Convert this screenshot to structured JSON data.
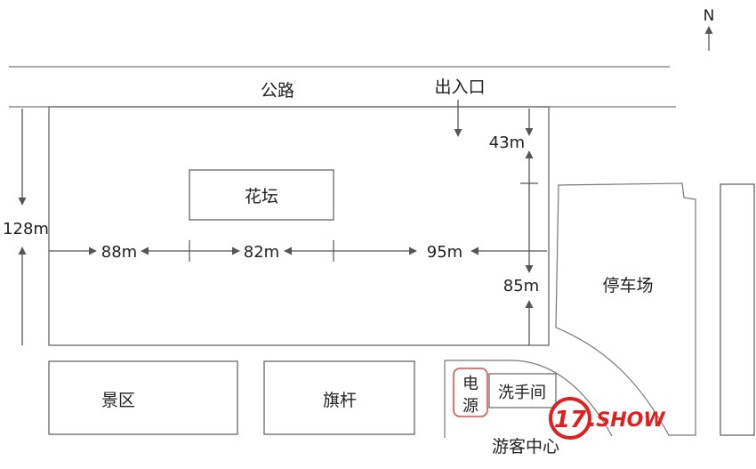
{
  "compass": {
    "label": "N"
  },
  "labels": {
    "road": "公路",
    "entrance": "出入口",
    "flowerbed": "花坛",
    "parking": "停车场",
    "scenic": "景区",
    "flagpole": "旗杆",
    "power_line1": "电",
    "power_line2": "源",
    "restroom": "洗手间",
    "visitor_center": "游客中心"
  },
  "measurements": {
    "height_total": "128m",
    "seg_left": "88m",
    "seg_middle": "82m",
    "seg_right": "95m",
    "top_gap": "43m",
    "bottom_gap": "85m"
  },
  "watermark": {
    "text": ".SHOW",
    "number": "17"
  },
  "colors": {
    "line": "#555555",
    "text": "#222222",
    "arrow": "#555555",
    "highlight": "#e04848",
    "watermark": "#e02020"
  }
}
